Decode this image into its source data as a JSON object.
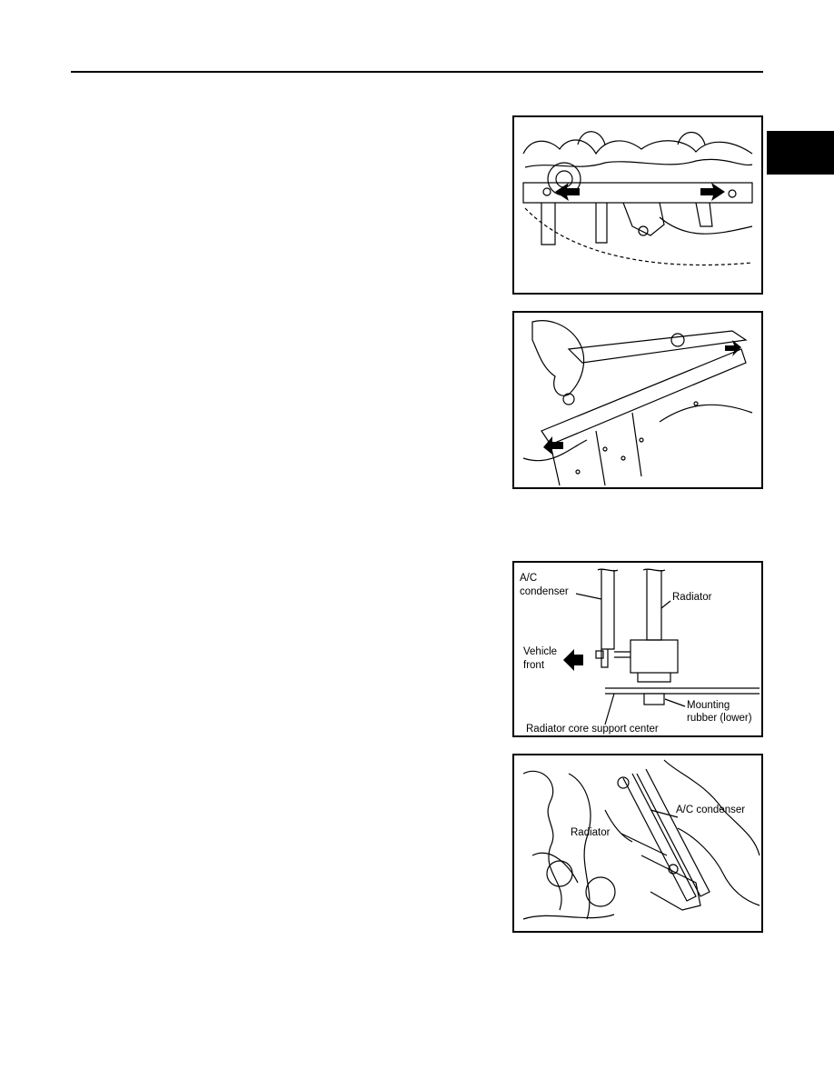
{
  "figures": [
    {
      "id": "fig1-upper-mounting-bolts"
    },
    {
      "id": "fig2-radiator-removal-arrows"
    },
    {
      "id": "fig3-mounting-diagram",
      "labels": {
        "ac_condenser_line1": "A/C",
        "ac_condenser_line2": "condenser",
        "radiator": "Radiator",
        "vehicle_front_line1": "Vehicle",
        "vehicle_front_line2": "front",
        "mounting_rubber_line1": "Mounting",
        "mounting_rubber_line2": "rubber (lower)",
        "core_support": "Radiator core support center"
      }
    },
    {
      "id": "fig4-radiator-and-condenser",
      "labels": {
        "ac_condenser": "A/C condenser",
        "radiator": "Radiator"
      }
    }
  ]
}
